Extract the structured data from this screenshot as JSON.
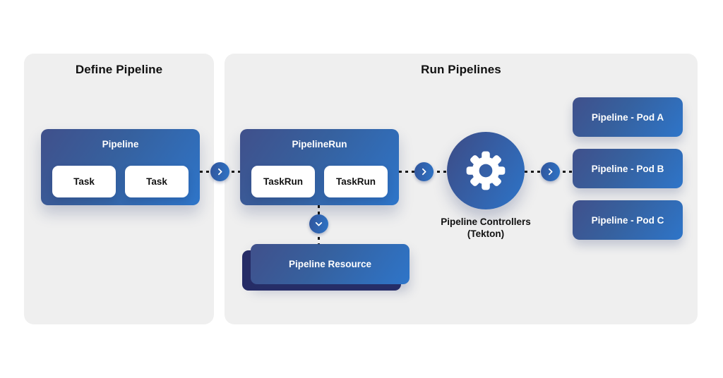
{
  "theme": {
    "page_bg": "#ffffff",
    "panel_bg": "#efefef",
    "node_gradient_start": "#40508b",
    "node_gradient_end": "#2e75c9",
    "resource_shadow_navy": "#262c66",
    "text_dark": "#101010",
    "text_light": "#ffffff",
    "dash_color": "#161616"
  },
  "define_panel": {
    "title": "Define Pipeline",
    "pipeline": {
      "label": "Pipeline",
      "tasks": [
        "Task",
        "Task"
      ]
    }
  },
  "run_panel": {
    "title": "Run Pipelines",
    "pipeline_run": {
      "label": "PipelineRun",
      "task_runs": [
        "TaskRun",
        "TaskRun"
      ]
    },
    "pipeline_resource": {
      "label": "Pipeline Resource"
    },
    "controllers": {
      "line1": "Pipeline Controllers",
      "line2": "(Tekton)"
    },
    "pods": [
      {
        "label": "Pipeline - Pod A"
      },
      {
        "label": "Pipeline - Pod B"
      },
      {
        "label": "Pipeline - Pod C"
      }
    ]
  },
  "icons": {
    "chevron_right": "chevron-right-icon",
    "chevron_down": "chevron-down-icon",
    "gear": "gear-icon"
  }
}
